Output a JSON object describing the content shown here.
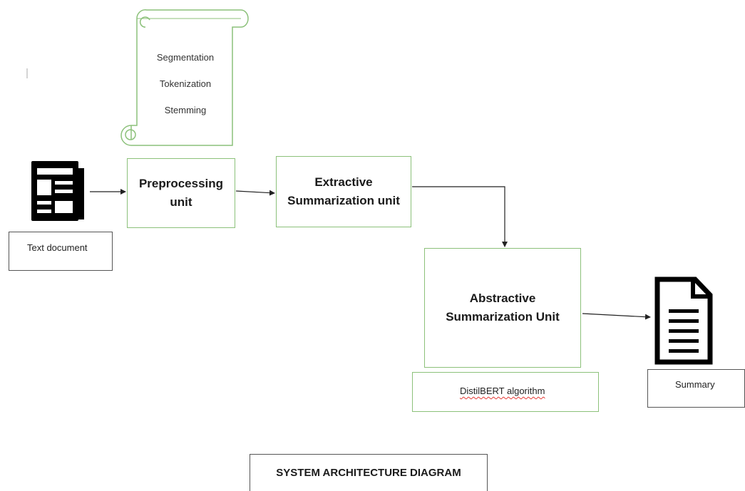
{
  "scroll": {
    "items": [
      "Segmentation",
      "Tokenization",
      "Stemming"
    ]
  },
  "boxes": {
    "preprocessing": "Preprocessing\nunit",
    "extractive": "Extractive\nSummarization unit",
    "abstractive": "Abstractive\nSummarization Unit"
  },
  "labels": {
    "text_document": "Text document",
    "distilbert": "DistilBERT algorithm",
    "summary": "Summary"
  },
  "caption": "SYSTEM ARCHITECTURE DIAGRAM",
  "colors": {
    "box_border": "#8cc17a",
    "label_border": "#555555",
    "arrow": "#222222",
    "icon": "#000000",
    "spellcheck_underline": "#e53935"
  },
  "icons": {
    "input": "newspaper-icon",
    "output": "document-icon"
  }
}
